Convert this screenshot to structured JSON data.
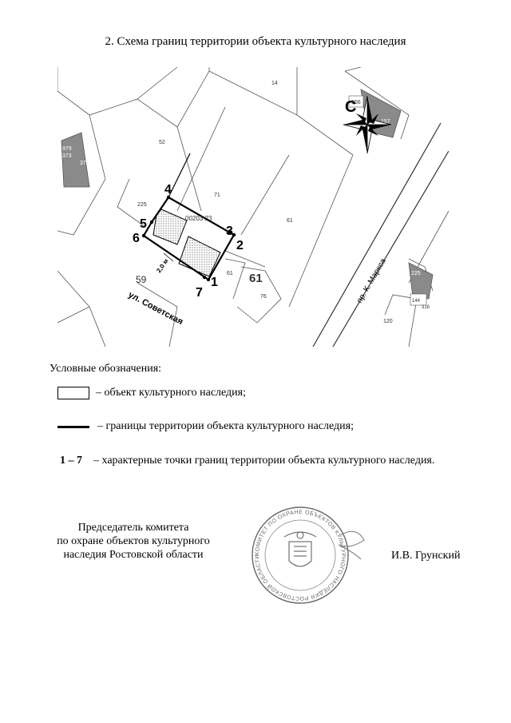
{
  "title": "2. Схема границ территории объекта культурного наследия",
  "map": {
    "compass_letter": "С",
    "parcels": {
      "p14": "14",
      "p52": "52",
      "p71": "71",
      "p61": "61",
      "p225": "225",
      "cad": "00203 23",
      "p59": "59",
      "p61a": "61",
      "p61b": "61",
      "p76": "76",
      "p979": "979",
      "p373": "373",
      "p370": "370",
      "p156": "156",
      "p157": "157",
      "p225b": "225",
      "p144": "144",
      "p316": "316",
      "p120": "120"
    },
    "streets": {
      "sovetskaya": "ул. Советская",
      "marksa": "пр. К. Маркса"
    },
    "dimension": "2,0 м",
    "points": [
      "1",
      "2",
      "3",
      "4",
      "5",
      "6",
      "7"
    ]
  },
  "legend": {
    "heading": "Условные обозначения:",
    "object": "– объект культурного наследия;",
    "boundary": "– границы территории объекта культурного наследия;",
    "points_key": "1 – 7",
    "points_desc": "– характерные точки границ территории объекта культурного наследия."
  },
  "signature": {
    "line1": "Председатель комитета",
    "line2": "по охране объектов культурного",
    "line3": "наследия Ростовской области",
    "name": "И.В. Грунский"
  },
  "seal": {
    "ring_text": "КОМИТЕТ ПО ОХРАНЕ ОБЪЕКТОВ КУЛЬТУРНОГО НАСЛЕДИЯ РОСТОВСКОЙ ОБЛАСТИ"
  }
}
